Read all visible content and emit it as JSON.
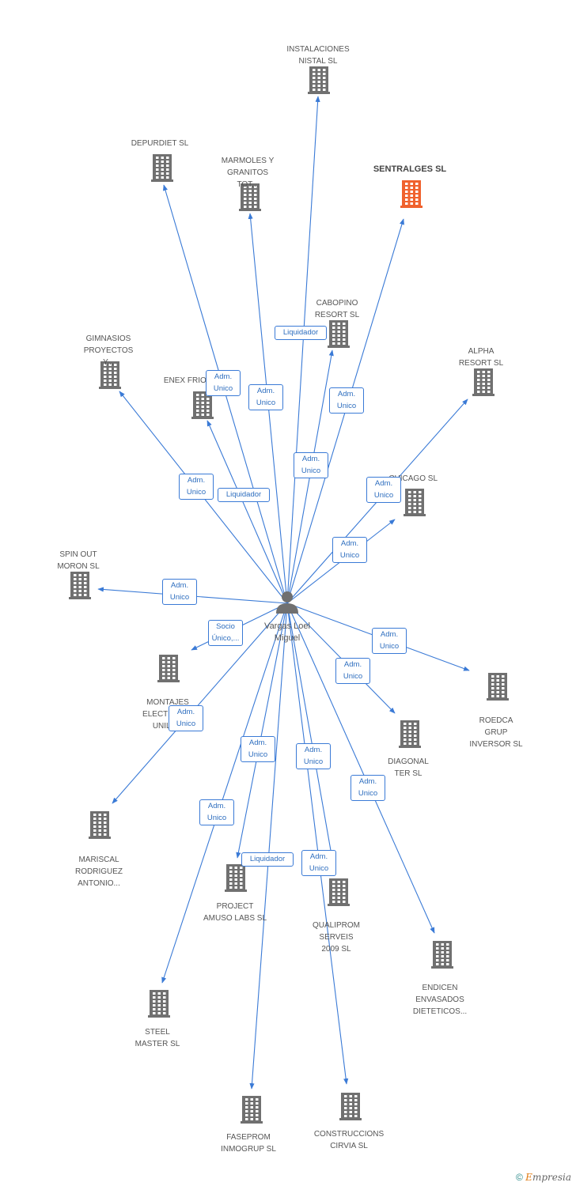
{
  "colors": {
    "edge": "#3a7ad6",
    "building": "#707070",
    "highlight": "#f0622e",
    "person": "#707070"
  },
  "person": {
    "label": "Vargas Loel\nMiguel",
    "icon": "person-icon"
  },
  "companies": [
    {
      "id": "instalaciones",
      "label": "INSTALACIONES\nNISTAL SL"
    },
    {
      "id": "depurdiet",
      "label": "DEPURDIET SL"
    },
    {
      "id": "marmoles",
      "label": "MARMOLES Y\nGRANITOS\nTOT..."
    },
    {
      "id": "sentralges",
      "label": "SENTRALGES SL",
      "highlight": true
    },
    {
      "id": "cabopino",
      "label": "CABOPINO\nRESORT SL"
    },
    {
      "id": "gimnasios",
      "label": "GIMNASIOS\nPROYECTOS\nY..."
    },
    {
      "id": "enex",
      "label": "ENEX FRIO..."
    },
    {
      "id": "alpha",
      "label": "ALPHA\nRESORT SL"
    },
    {
      "id": "chicago",
      "label": "...CHICAGO SL"
    },
    {
      "id": "spinout",
      "label": "SPIN OUT\nMORON SL"
    },
    {
      "id": "montajes",
      "label": "MONTAJES\nELECTRICOS\nUNILU..."
    },
    {
      "id": "roedca",
      "label": "ROEDCA\nGRUP\nINVERSOR  SL"
    },
    {
      "id": "diagonal",
      "label": "DIAGONAL\nTER SL"
    },
    {
      "id": "mariscal",
      "label": "MARISCAL\nRODRIGUEZ\nANTONIO..."
    },
    {
      "id": "project",
      "label": "PROJECT\nAMUSO LABS SL"
    },
    {
      "id": "qualiprom",
      "label": "QUALIPROM\nSERVEIS\n2009 SL"
    },
    {
      "id": "endicen",
      "label": "ENDICEN\nENVASADOS\nDIETETICOS..."
    },
    {
      "id": "steel",
      "label": "STEEL\nMASTER SL"
    },
    {
      "id": "faseprom",
      "label": "FASEPROM\nINMOGRUP SL"
    },
    {
      "id": "construccions",
      "label": "CONSTRUCCIONS\nCIRVIA SL"
    }
  ],
  "edges": [
    {
      "to": "instalaciones",
      "label": "Liquidador"
    },
    {
      "to": "depurdiet",
      "label": "Adm.\nUnico"
    },
    {
      "to": "marmoles",
      "label": "Adm.\nUnico"
    },
    {
      "to": "sentralges",
      "label": "Adm.\nUnico"
    },
    {
      "to": "cabopino",
      "label": "Adm.\nUnico"
    },
    {
      "to": "gimnasios",
      "label": "Adm.\nUnico"
    },
    {
      "to": "enex",
      "label": "Liquidador"
    },
    {
      "to": "alpha",
      "label": "Adm.\nUnico"
    },
    {
      "to": "chicago",
      "label": "Adm.\nUnico"
    },
    {
      "to": "spinout",
      "label": "Adm.\nUnico"
    },
    {
      "to": "montajes",
      "label": "Socio\nÚnico,..."
    },
    {
      "to": "roedca",
      "label": "Adm.\nUnico"
    },
    {
      "to": "diagonal",
      "label": "Adm.\nUnico"
    },
    {
      "to": "mariscal",
      "label": "Adm.\nUnico"
    },
    {
      "to": "project",
      "label": "Adm.\nUnico"
    },
    {
      "to": "qualiprom",
      "label": "Adm.\nUnico"
    },
    {
      "to": "endicen",
      "label": "Adm.\nUnico"
    },
    {
      "to": "steel",
      "label": "Adm.\nUnico"
    },
    {
      "to": "faseprom",
      "label": "Liquidador"
    },
    {
      "to": "construccions",
      "label": "Adm.\nUnico"
    }
  ],
  "footer": {
    "copyright_symbol": "©",
    "brand_first": "E",
    "brand_rest": "mpresia"
  }
}
